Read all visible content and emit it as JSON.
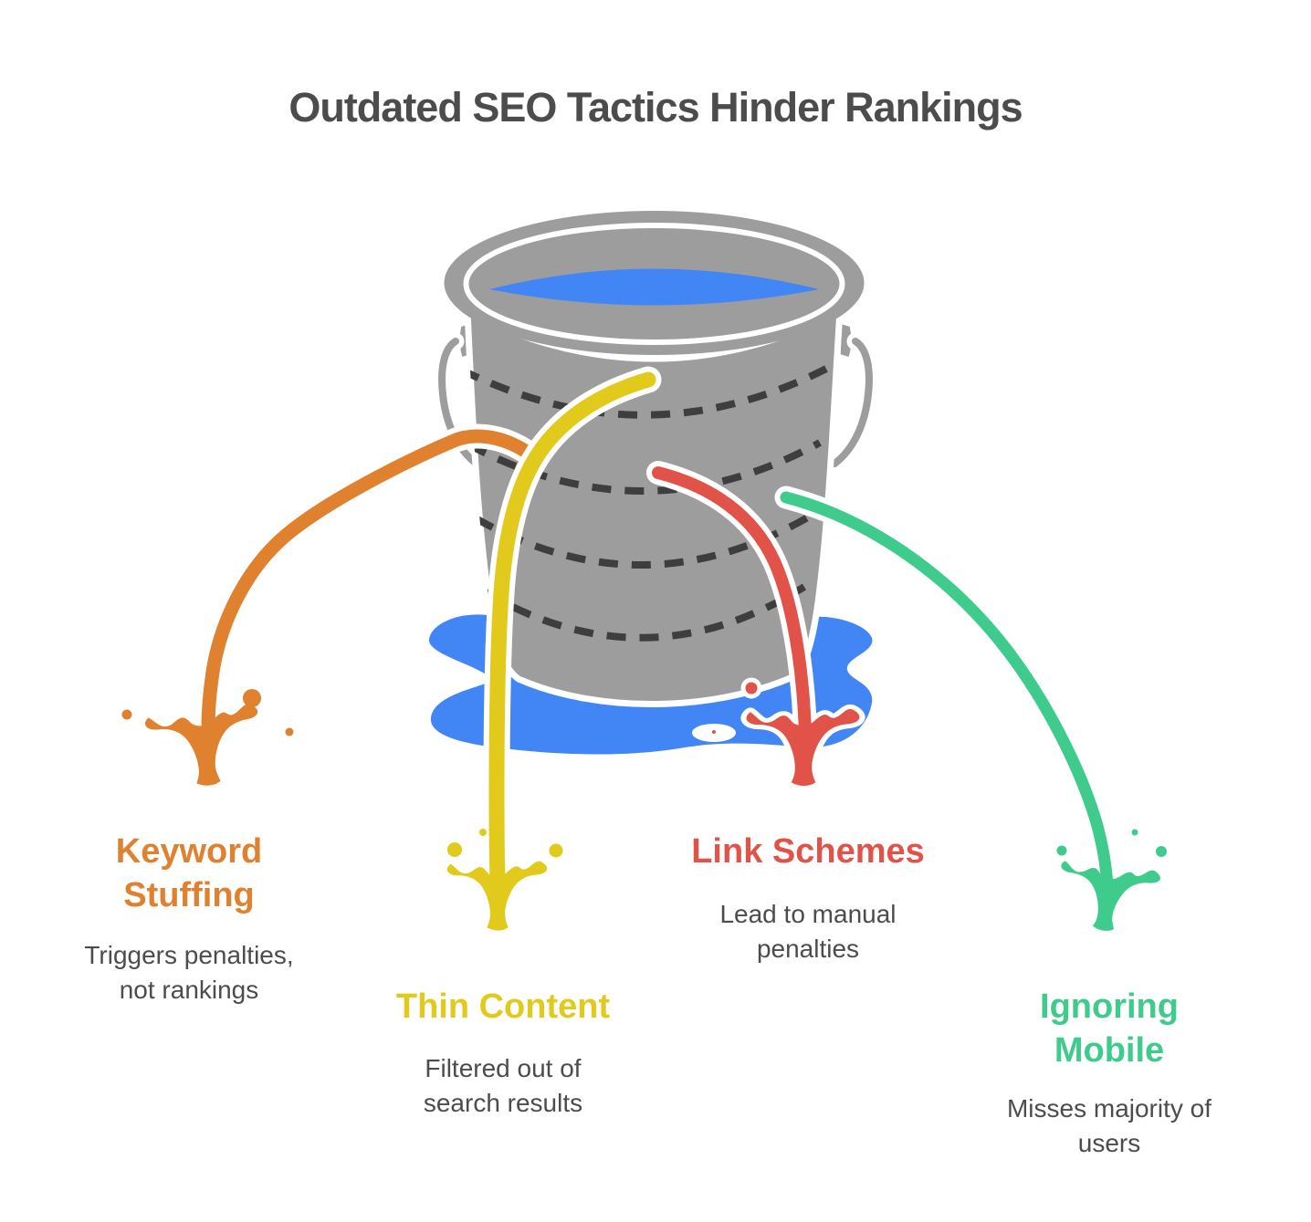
{
  "title": "Outdated SEO Tactics Hinder Rankings",
  "colors": {
    "text": "#4c4c4c",
    "bucket": "#9d9d9d",
    "water": "#4285f4",
    "dash": "#3e3e3e",
    "outline": "#ffffff",
    "orange": "#e0812f",
    "yellow": "#e2ca1c",
    "red": "#e15349",
    "green": "#3ecb8c"
  },
  "tactics": [
    {
      "id": "keyword-stuffing",
      "label": "Keyword Stuffing",
      "description": "Triggers penalties, not rankings",
      "color": "#e0812f"
    },
    {
      "id": "thin-content",
      "label": "Thin Content",
      "description": "Filtered out of search results",
      "color": "#e2ca1c"
    },
    {
      "id": "link-schemes",
      "label": "Link Schemes",
      "description": "Lead to manual penalties",
      "color": "#e15349"
    },
    {
      "id": "ignoring-mobile",
      "label": "Ignoring Mobile",
      "description": "Misses majority of users",
      "color": "#3ecb8c"
    }
  ]
}
